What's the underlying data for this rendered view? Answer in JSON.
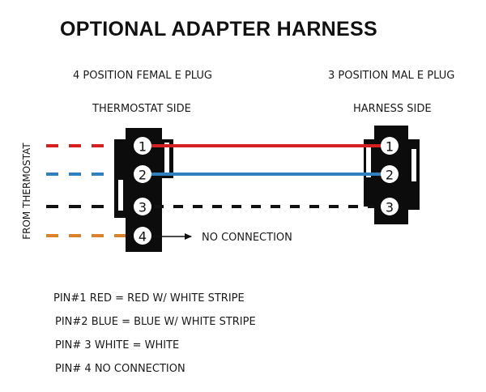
{
  "title": "OPTIONAL ADAPTER HARNESS",
  "left_plug": {
    "label": "4 POSITION FEMAL E PLUG",
    "side": "THERMOSTAT SIDE",
    "pins": [
      "1",
      "2",
      "3",
      "4"
    ]
  },
  "right_plug": {
    "label": "3 POSITION MAL E PLUG",
    "side": "HARNESS SIDE",
    "pins": [
      "1",
      "2",
      "3"
    ]
  },
  "from_label": "FROM THERMOSTAT",
  "no_connection_label": "NO CONNECTION",
  "legend": [
    "PIN#1 RED = RED W/ WHITE STRIPE",
    "PIN#2 BLUE = BLUE W/ WHITE STRIPE",
    "PIN# 3 WHITE = WHITE",
    "PIN# 4 NO CONNECTION"
  ],
  "colors": {
    "red": "#d42020",
    "blue": "#2f7fc1",
    "black": "#111111",
    "orange": "#d9822b"
  }
}
